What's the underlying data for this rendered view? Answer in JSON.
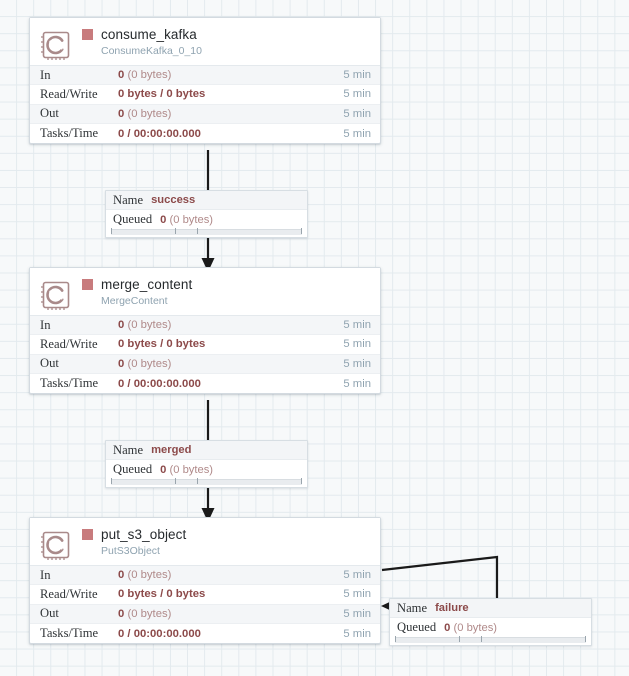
{
  "canvas": {
    "grid_color": "#e3eaee",
    "background_color": "#f7f9fa"
  },
  "colors": {
    "status_stopped": "#c87b7d",
    "stat_value": "#8c4a4a",
    "muted_text": "#8fa3b0",
    "edge": "#1a1a1a"
  },
  "stat_labels": {
    "in": "In",
    "read_write": "Read/Write",
    "out": "Out",
    "tasks_time": "Tasks/Time"
  },
  "connection_labels": {
    "name": "Name",
    "queued": "Queued"
  },
  "processors": [
    {
      "id": "consume-kafka",
      "name": "consume_kafka",
      "type": "ConsumeKafka_0_10",
      "icon": "processor-chip-icon",
      "status": "stopped",
      "stats": [
        {
          "label": "In",
          "value": "0",
          "value_muted": "(0 bytes)",
          "time": "5 min"
        },
        {
          "label": "Read/Write",
          "value": "0 bytes / 0 bytes",
          "value_muted": "",
          "time": "5 min"
        },
        {
          "label": "Out",
          "value": "0",
          "value_muted": "(0 bytes)",
          "time": "5 min"
        },
        {
          "label": "Tasks/Time",
          "value": "0 / 00:00:00.000",
          "value_muted": "",
          "time": "5 min"
        }
      ]
    },
    {
      "id": "merge-content",
      "name": "merge_content",
      "type": "MergeContent",
      "icon": "processor-chip-icon",
      "status": "stopped",
      "stats": [
        {
          "label": "In",
          "value": "0",
          "value_muted": "(0 bytes)",
          "time": "5 min"
        },
        {
          "label": "Read/Write",
          "value": "0 bytes / 0 bytes",
          "value_muted": "",
          "time": "5 min"
        },
        {
          "label": "Out",
          "value": "0",
          "value_muted": "(0 bytes)",
          "time": "5 min"
        },
        {
          "label": "Tasks/Time",
          "value": "0 / 00:00:00.000",
          "value_muted": "",
          "time": "5 min"
        }
      ]
    },
    {
      "id": "put-s3-object",
      "name": "put_s3_object",
      "type": "PutS3Object",
      "icon": "processor-chip-icon",
      "status": "stopped",
      "stats": [
        {
          "label": "In",
          "value": "0",
          "value_muted": "(0 bytes)",
          "time": "5 min"
        },
        {
          "label": "Read/Write",
          "value": "0 bytes / 0 bytes",
          "value_muted": "",
          "time": "5 min"
        },
        {
          "label": "Out",
          "value": "0",
          "value_muted": "(0 bytes)",
          "time": "5 min"
        },
        {
          "label": "Tasks/Time",
          "value": "0 / 00:00:00.000",
          "value_muted": "",
          "time": "5 min"
        }
      ]
    }
  ],
  "connections": [
    {
      "id": "success",
      "name": "success",
      "queued": "0",
      "queued_muted": "(0 bytes)",
      "from": "consume_kafka",
      "to": "merge_content"
    },
    {
      "id": "merged",
      "name": "merged",
      "queued": "0",
      "queued_muted": "(0 bytes)",
      "from": "merge_content",
      "to": "put_s3_object"
    },
    {
      "id": "failure",
      "name": "failure",
      "queued": "0",
      "queued_muted": "(0 bytes)",
      "from": "put_s3_object",
      "to": "put_s3_object"
    }
  ]
}
